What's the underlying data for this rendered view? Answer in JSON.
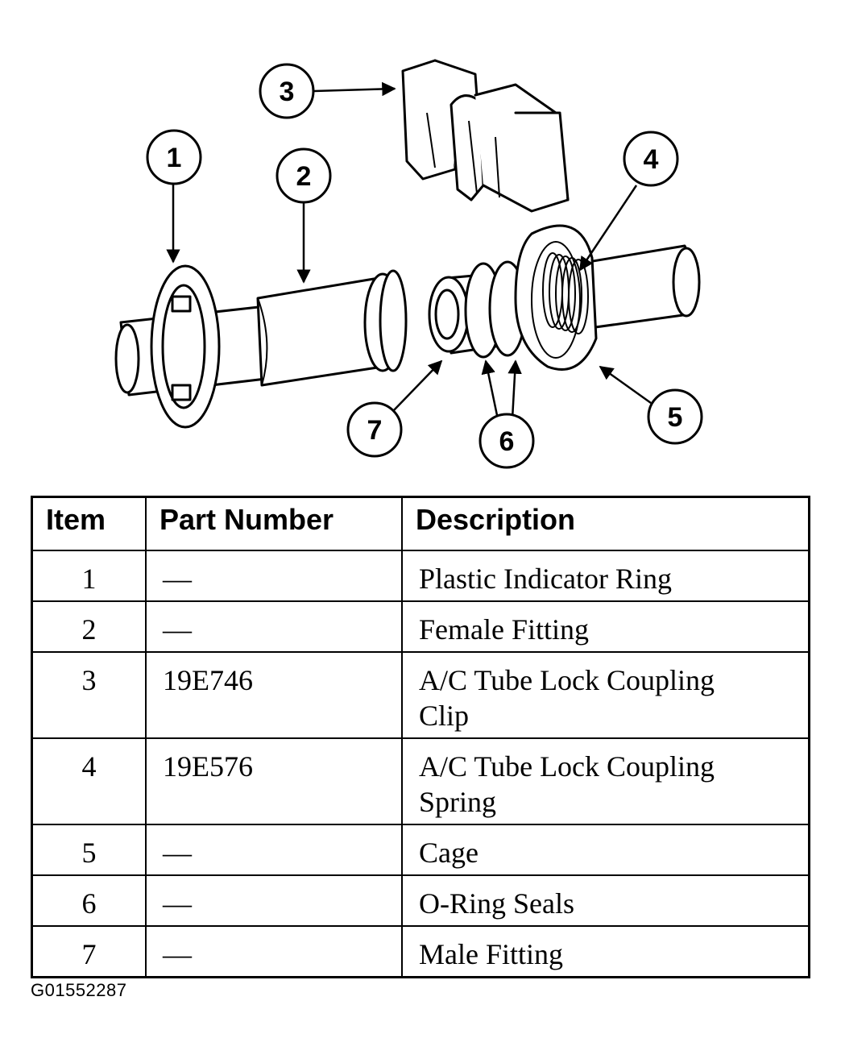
{
  "callouts": [
    "1",
    "2",
    "3",
    "4",
    "5",
    "6",
    "7"
  ],
  "table": {
    "headers": {
      "item": "Item",
      "part_number": "Part Number",
      "description": "Description"
    },
    "rows": [
      {
        "item": "1",
        "part_number": "—",
        "description": "Plastic Indicator Ring"
      },
      {
        "item": "2",
        "part_number": "—",
        "description": "Female Fitting"
      },
      {
        "item": "3",
        "part_number": "19E746",
        "description": "A/C Tube Lock Coupling Clip"
      },
      {
        "item": "4",
        "part_number": "19E576",
        "description": "A/C Tube Lock Coupling Spring"
      },
      {
        "item": "5",
        "part_number": "—",
        "description": "Cage"
      },
      {
        "item": "6",
        "part_number": "—",
        "description": "O-Ring Seals"
      },
      {
        "item": "7",
        "part_number": "—",
        "description": "Male Fitting"
      }
    ]
  },
  "figure_id": "G01552287"
}
